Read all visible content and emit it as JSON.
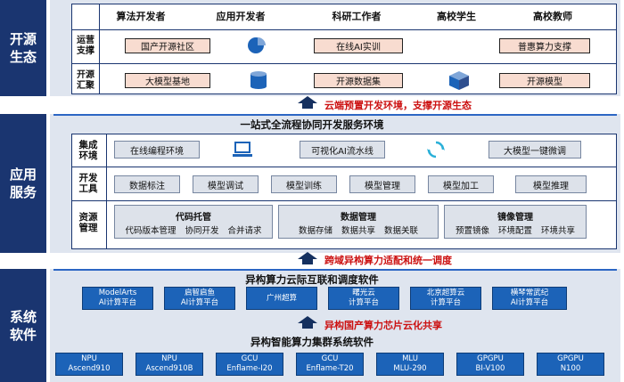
{
  "colors": {
    "navy": "#1a3570",
    "panel": "#dfe5ef",
    "orange_box": "#f8dcd0",
    "blue_box": "#1c63b8",
    "red_text": "#cc1111"
  },
  "sections": {
    "ecosystem": "开源生态",
    "app_service": "应用服务",
    "system_software": "系统软件"
  },
  "ecosystem": {
    "roles": [
      "算法开发者",
      "应用开发者",
      "科研工作者",
      "高校学生",
      "高校教师"
    ],
    "rows": [
      {
        "label": "运营支撑",
        "items": [
          "国产开源社区",
          "在线AI实训",
          "普惠算力支撑"
        ]
      },
      {
        "label": "开源汇聚",
        "items": [
          "大模型基地",
          "开源数据集",
          "开源模型"
        ]
      }
    ],
    "icons": [
      "pie-chart-icon",
      "database-icon",
      "cube-icon"
    ]
  },
  "red_1": "云端预置开发环境，支撑开源生态",
  "app": {
    "title": "一站式全流程协同开发服务环境",
    "integration": {
      "label": "集成环境",
      "items": [
        "在线编程环境",
        "可视化AI流水线",
        "大模型一键微调"
      ]
    },
    "devtools": {
      "label": "开发工具",
      "items": [
        "数据标注",
        "模型调试",
        "模型训练",
        "模型管理",
        "模型加工",
        "模型推理"
      ]
    },
    "resources": {
      "label": "资源管理",
      "groups": [
        {
          "title": "代码托管",
          "subs": [
            "代码版本管理",
            "协同开发",
            "合并请求"
          ]
        },
        {
          "title": "数据管理",
          "subs": [
            "数据存储",
            "数据共享",
            "数据关联"
          ]
        },
        {
          "title": "镜像管理",
          "subs": [
            "预置镜像",
            "环境配置",
            "环境共享"
          ]
        }
      ]
    }
  },
  "red_2": "跨域异构算力适配和统一调度",
  "sys": {
    "interconnect_title": "异构算力云际互联和调度软件",
    "platforms": [
      [
        "ModelArts",
        "AI计算平台"
      ],
      [
        "启智启鱼",
        "AI计算平台"
      ],
      [
        "广州超算"
      ],
      [
        "曙光云",
        "计算平台"
      ],
      [
        "北京超算云",
        "计算平台"
      ],
      [
        "横琴常武纪",
        "AI计算平台"
      ]
    ],
    "red_3": "异构国产算力芯片云化共享",
    "cluster_title": "异构智能算力集群系统软件",
    "chips": [
      [
        "NPU",
        "Ascend910"
      ],
      [
        "NPU",
        "Ascend910B"
      ],
      [
        "GCU",
        "Enflame-I20"
      ],
      [
        "GCU",
        "Enflame-T20"
      ],
      [
        "MLU",
        "MLU-290"
      ],
      [
        "GPGPU",
        "BI-V100"
      ],
      [
        "GPGPU",
        "N100"
      ]
    ]
  }
}
